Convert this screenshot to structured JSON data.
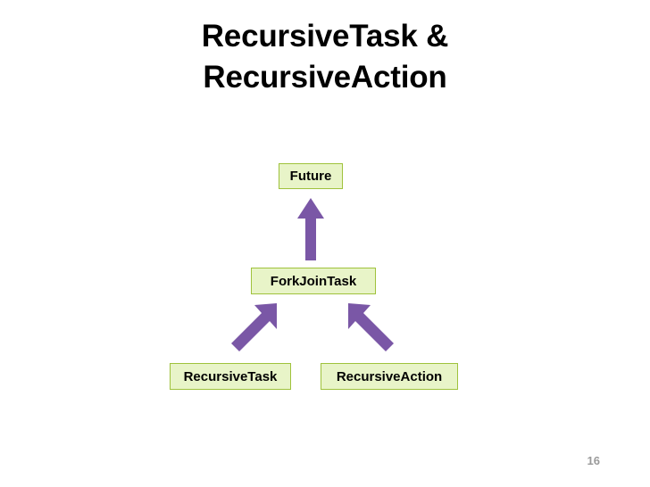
{
  "slide": {
    "title_line1": "RecursiveTask &",
    "title_line2": "RecursiveAction",
    "page_number": "16",
    "background_color": "#ffffff"
  },
  "diagram": {
    "node_fill_color": "#e8f4c8",
    "node_border_color": "#9fc23c",
    "arrow_color": "#7a57a6",
    "nodes": [
      {
        "id": "future",
        "label": "Future"
      },
      {
        "id": "forkjointask",
        "label": "ForkJoinTask"
      },
      {
        "id": "recursivetask",
        "label": "RecursiveTask"
      },
      {
        "id": "recursiveaction",
        "label": "RecursiveAction"
      }
    ],
    "arrows": [
      {
        "from": "forkjointask",
        "to": "future",
        "direction": "up"
      },
      {
        "from": "recursivetask",
        "to": "forkjointask",
        "direction": "up-right"
      },
      {
        "from": "recursiveaction",
        "to": "forkjointask",
        "direction": "up-left"
      }
    ]
  }
}
